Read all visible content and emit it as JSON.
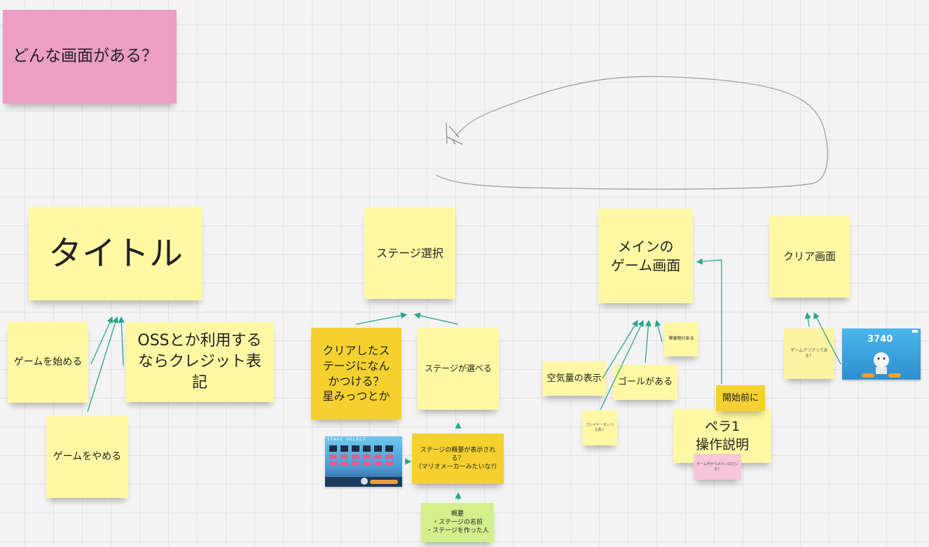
{
  "notes": {
    "question": "どんな画面がある？",
    "title": "タイトル",
    "start_game": "ゲームを始める",
    "quit_game": "ゲームをやめる",
    "oss_credit": "OSSとか利用する\nならクレジット表\n記",
    "stage_select": "ステージ選択",
    "cleared_mark": "クリアしたス\nテージになん\nかつける？\n星みっつとか",
    "stage_choose": "ステージが選べる",
    "stage_overview": "ステージの概要が表示される？\n（マリオメーカーみたいな?）",
    "summary": "概要\n・ステージの名前\n・ステージを作った人",
    "main_game": "メインの\nゲーム画面",
    "air_display": "空気量の表示",
    "goal": "ゴールがある",
    "obstacle": "障害物がある",
    "player_small": "プレイヤーをいつも置く",
    "before_start": "開始前に",
    "instructions": "ペラ1\n操作説明",
    "pink_small": "ゲーム作がうみたいのだいる？",
    "clear_screen": "クリア画面",
    "game_clear_q": "ゲームクリアってある？"
  },
  "thumbnails": {
    "stage_select_title": "STAGE SELECT",
    "clear_score": "3740"
  },
  "colors": {
    "yellow": "#fef8a4",
    "gold": "#f5d130",
    "pink": "#ec9ec4",
    "green": "#d4f08c",
    "connector": "#2aa58d"
  }
}
